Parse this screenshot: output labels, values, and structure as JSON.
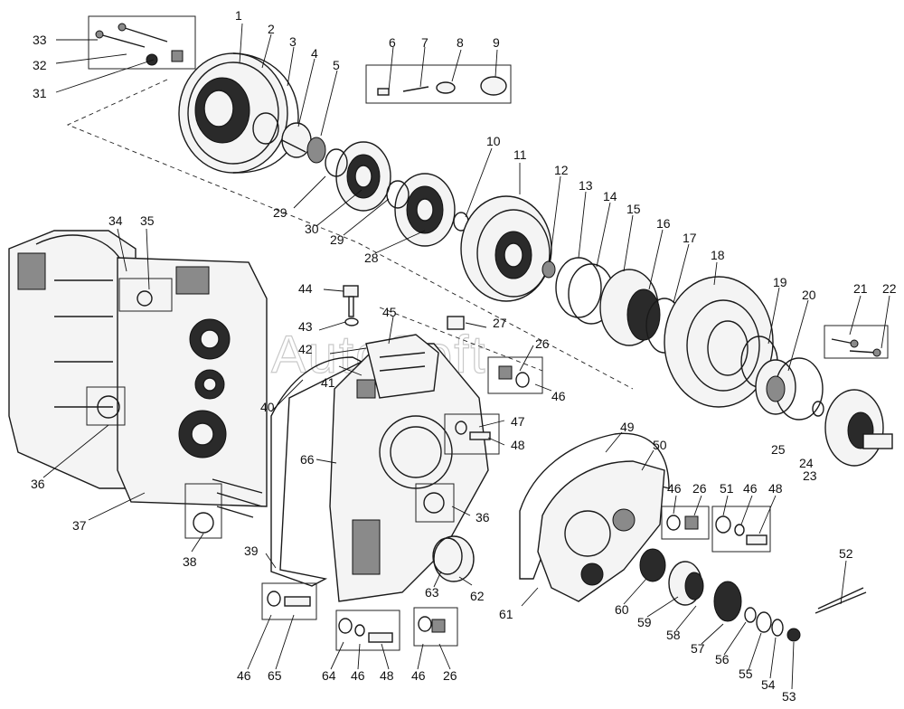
{
  "watermark": "AutoSoft",
  "callouts": [
    "1",
    "2",
    "3",
    "4",
    "5",
    "6",
    "7",
    "8",
    "9",
    "10",
    "11",
    "12",
    "13",
    "14",
    "15",
    "16",
    "17",
    "18",
    "19",
    "20",
    "21",
    "22",
    "23",
    "24",
    "25",
    "26",
    "27",
    "28",
    "29",
    "30",
    "31",
    "32",
    "33",
    "34",
    "35",
    "36",
    "37",
    "38",
    "39",
    "40",
    "41",
    "42",
    "43",
    "44",
    "45",
    "46",
    "47",
    "48",
    "49",
    "50",
    "51",
    "52",
    "53",
    "54",
    "55",
    "56",
    "57",
    "58",
    "59",
    "60",
    "61",
    "62",
    "63",
    "64",
    "65",
    "66"
  ]
}
